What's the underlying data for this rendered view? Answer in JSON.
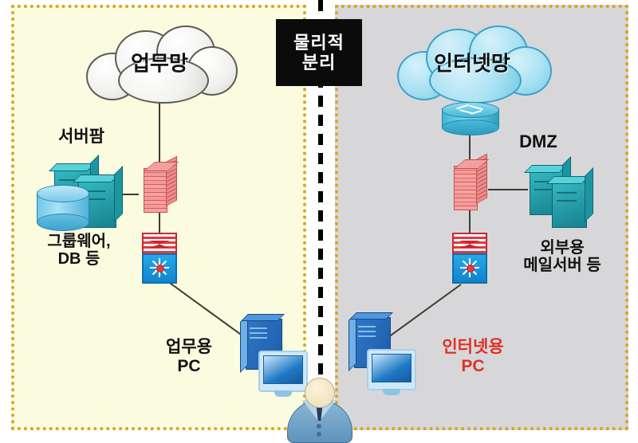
{
  "diagram": {
    "title": "Physical network separation diagram",
    "divider": {
      "label_line1": "물리적",
      "label_line2": "분리",
      "style": "black-dashed-vertical-line",
      "box_color": "#0b0b0b",
      "text_color": "#ffffff"
    },
    "left_zone": {
      "name": "business-network-zone",
      "background_color": "#fbfbe0",
      "border_color": "#d9a520",
      "cloud": {
        "label": "업무망",
        "icon": "cloud-icon",
        "color": "#f2f2f0"
      },
      "server_farm": {
        "top_label": "서버팜",
        "bottom_label": "그룹웨어,\nDB 등",
        "icons": [
          "server-box-icon",
          "server-box-icon",
          "database-cylinder-icon"
        ],
        "color": "#17818f"
      },
      "firewall": {
        "icon": "firewall-brick-icon",
        "color": "#e06a6a"
      },
      "switch": {
        "icon": "network-switch-icon",
        "color": "#1184cc"
      },
      "pc": {
        "label": "업무용\nPC",
        "icon": "desktop-pc-icon",
        "color": "#1c5ca8",
        "label_color": "#111111"
      }
    },
    "right_zone": {
      "name": "internet-network-zone",
      "background_color": "#d7d7da",
      "border_color": "#d9a520",
      "cloud": {
        "label": "인터넷망",
        "icon": "cloud-icon",
        "color": "#a9e1f2"
      },
      "router": {
        "icon": "router-icon",
        "color": "#3fb6d6"
      },
      "firewall": {
        "icon": "firewall-brick-icon",
        "color": "#e06a6a"
      },
      "switch": {
        "icon": "network-switch-icon",
        "color": "#1184cc"
      },
      "dmz": {
        "top_label": "DMZ",
        "bottom_label": "외부용\n메일서버 등",
        "icons": [
          "server-box-icon",
          "server-box-icon"
        ],
        "color": "#17818f"
      },
      "pc": {
        "label": "인터넷용\nPC",
        "icon": "desktop-pc-icon",
        "color": "#1c5ca8",
        "label_color": "#e03024"
      }
    },
    "user": {
      "icon": "person-icon",
      "description": "business person between the two networks"
    }
  }
}
